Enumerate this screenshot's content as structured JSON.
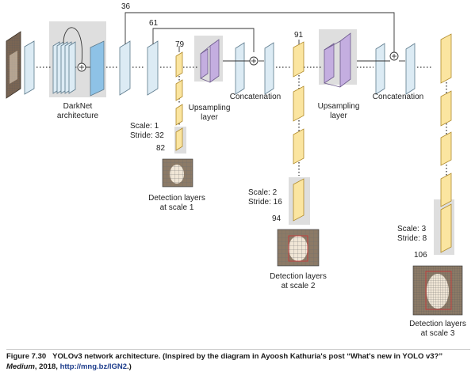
{
  "labels": {
    "skip_36": "36",
    "skip_61": "61",
    "layer_79": "79",
    "layer_91": "91",
    "darknet_line1": "DarkNet",
    "darknet_line2": "architecture",
    "upsample1_line1": "Upsampling",
    "upsample1_line2": "layer",
    "concat1": "Concatenation",
    "upsample2_line1": "Upsampling",
    "upsample2_line2": "layer",
    "concat2": "Concatenation",
    "scale1_scale": "Scale: 1",
    "scale1_stride": "Stride: 32",
    "scale1_layer": "82",
    "scale1_det_line1": "Detection layers",
    "scale1_det_line2": "at scale 1",
    "scale2_scale": "Scale: 2",
    "scale2_stride": "Stride: 16",
    "scale2_layer": "94",
    "scale2_det_line1": "Detection layers",
    "scale2_det_line2": "at scale 2",
    "scale3_scale": "Scale: 3",
    "scale3_stride": "Stride: 8",
    "scale3_layer": "106",
    "scale3_det_line1": "Detection layers",
    "scale3_det_line2": "at scale 3"
  },
  "caption": {
    "figure_no": "Figure 7.30",
    "text": "YOLOv3 network architecture. (Inspired by the diagram in Ayoosh Kathuria's post “What's new in YOLO v3?”",
    "journal": "Medium",
    "year": ", 2018,",
    "link": "http://mng.bz/lGN2",
    "end": ".)"
  },
  "colors": {
    "layer_fill": "#dcebf4",
    "layer_stroke": "#5d7a8c",
    "darknet_fill": "#8ec2e6",
    "upsample_fill": "#c4aee0",
    "detect_fill": "#fbe5a0",
    "detect_stroke": "#b08a2a",
    "highlight_bg": "#dedede",
    "line": "#333333"
  }
}
